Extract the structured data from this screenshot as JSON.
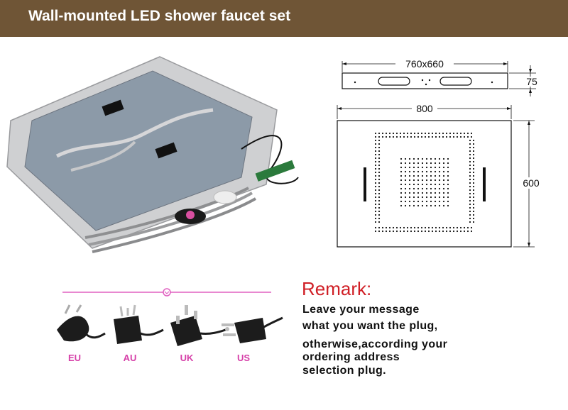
{
  "header": {
    "title": "Wall-mounted LED shower faucet set",
    "background": "#6f5536"
  },
  "drawing": {
    "top_view_width": "760x660",
    "top_view_height": "75",
    "front_view_width": "800",
    "front_view_height": "600"
  },
  "plugs": [
    {
      "label": "EU"
    },
    {
      "label": "AU"
    },
    {
      "label": "UK"
    },
    {
      "label": "US"
    }
  ],
  "remark": {
    "title": "Remark:",
    "lines": [
      "Leave your message",
      "what you want the plug,",
      "otherwise,according your",
      "ordering address",
      "selection plug."
    ],
    "title_color": "#d01f26"
  },
  "label_color": "#d63fa8"
}
